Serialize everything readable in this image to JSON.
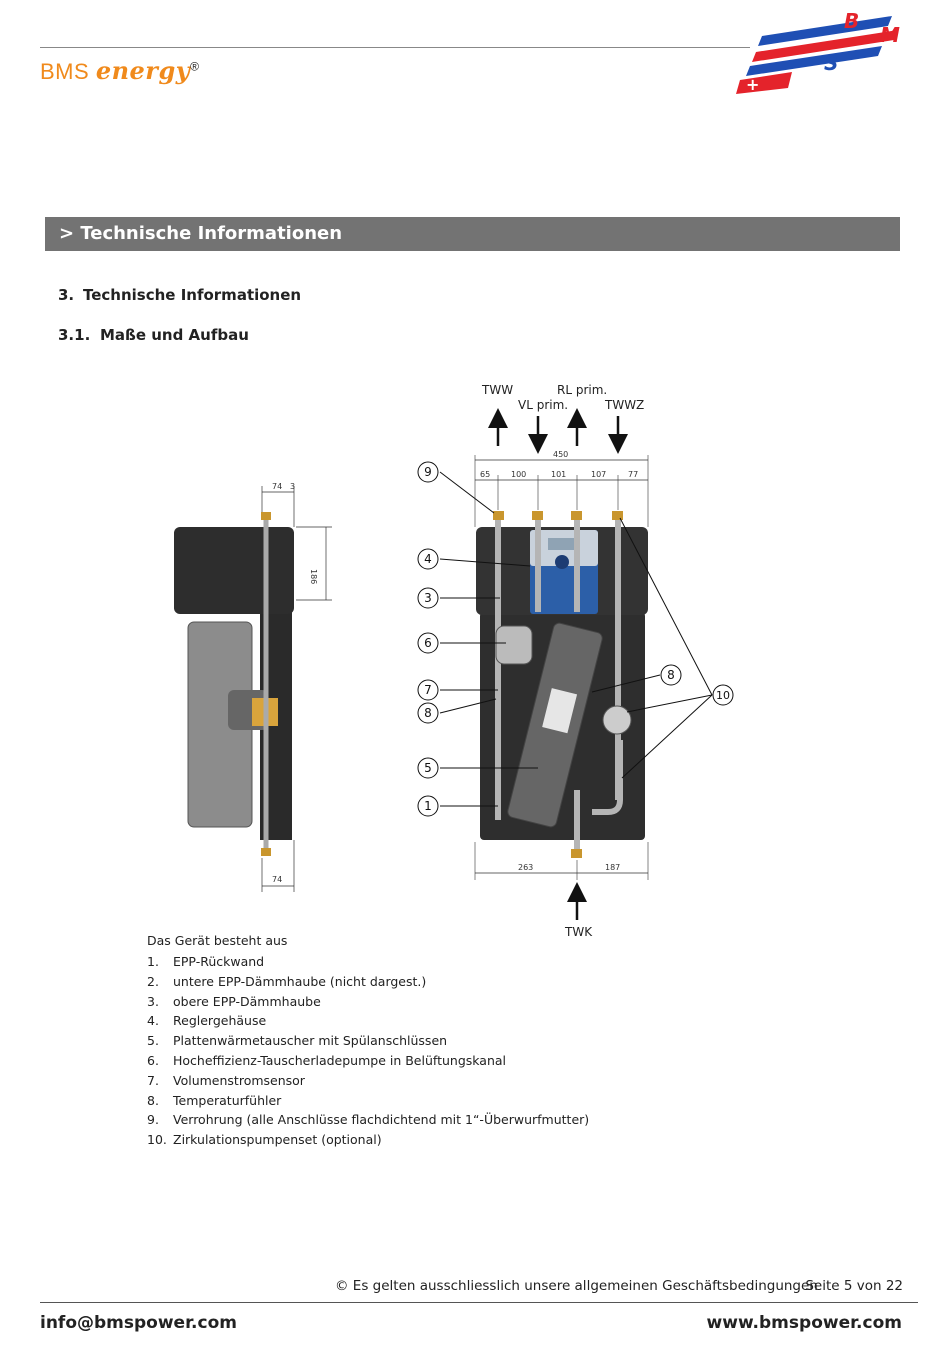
{
  "header": {
    "brand_name": "BMS",
    "brand_energy": "energy",
    "brand_reg": "®",
    "logo_letters": [
      "B",
      "M",
      "S"
    ]
  },
  "banner": {
    "title": "> Technische Informationen"
  },
  "section": {
    "number": "3.",
    "title": "Technische Informationen"
  },
  "subsection": {
    "number": "3.1.",
    "title": "Maße und Aufbau"
  },
  "diagram": {
    "flow_labels": {
      "tww": "TWW",
      "vl": "VL prim.",
      "rl": "RL prim.",
      "twwz": "TWWZ",
      "twk": "TWK"
    },
    "dimensions": {
      "total_width": "450",
      "segments": [
        "65",
        "100",
        "101",
        "107",
        "77"
      ],
      "bottom_left": "263",
      "bottom_right": "187",
      "side_top": "74",
      "side_offset": "3",
      "side_height": "186",
      "side_bottom": "74"
    },
    "callouts": [
      "9",
      "4",
      "3",
      "6",
      "7",
      "8",
      "5",
      "1",
      "8",
      "10"
    ]
  },
  "components": {
    "intro": "Das Gerät besteht aus",
    "items": [
      {
        "n": "1.",
        "text": "EPP-Rückwand"
      },
      {
        "n": "2.",
        "text": "untere EPP-Dämmhaube (nicht dargest.)"
      },
      {
        "n": "3.",
        "text": "obere EPP-Dämmhaube"
      },
      {
        "n": "4.",
        "text": "Reglergehäuse"
      },
      {
        "n": "5.",
        "text": "Plattenwärmetauscher mit Spülanschlüssen"
      },
      {
        "n": "6.",
        "text": "Hocheffizienz-Tauscherladepumpe in Belüftungskanal"
      },
      {
        "n": "7.",
        "text": "Volumenstromsensor"
      },
      {
        "n": "8.",
        "text": "Temperaturfühler"
      },
      {
        "n": "9.",
        "text": "Verrohrung (alle Anschlüsse flachdichtend mit 1“-Überwurfmutter)"
      },
      {
        "n": "10.",
        "text": "Zirkulationspumpenset (optional)"
      }
    ]
  },
  "footer": {
    "terms": "© Es gelten ausschliesslich unsere allgemeinen Geschäftsbedingungen",
    "page": "Seite 5 von 22",
    "email": "info@bmspower.com",
    "website": "www.bmspower.com"
  },
  "colors": {
    "brand_orange": "#f08a1c",
    "logo_blue": "#1f4fb4",
    "logo_red": "#e4232b",
    "banner_gray": "#737373"
  }
}
